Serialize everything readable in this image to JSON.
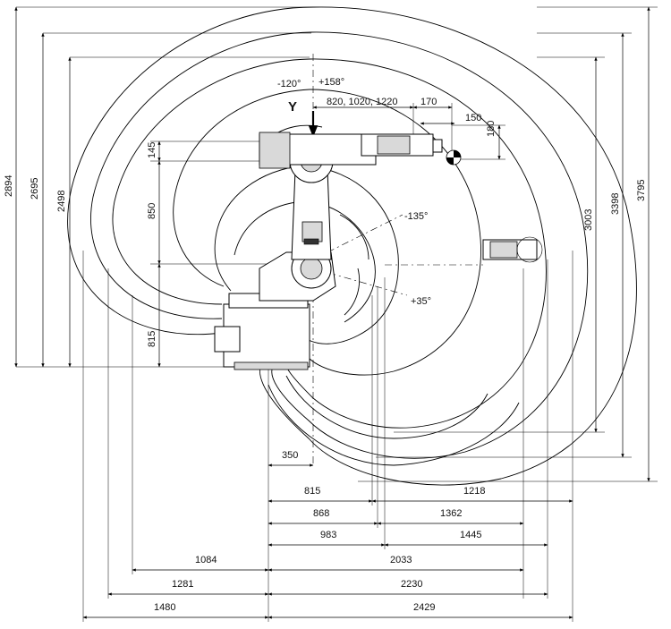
{
  "labels": {
    "axis_y": "Y",
    "angle_minus120": "-120°",
    "angle_plus158": "+158°",
    "angle_minus135": "-135°",
    "angle_plus35": "+35°",
    "dim_820_1020_1220": "820, 1020, 1220",
    "dim_170": "170",
    "dim_150": "150",
    "dim_180": "180",
    "dim_145": "145",
    "dim_850": "850",
    "dim_815_v": "815",
    "dim_2894": "2894",
    "dim_2695": "2695",
    "dim_2498": "2498",
    "dim_3003": "3003",
    "dim_3398": "3398",
    "dim_3795": "3795",
    "dim_350": "350",
    "dim_815": "815",
    "dim_1218": "1218",
    "dim_868": "868",
    "dim_1362": "1362",
    "dim_983": "983",
    "dim_1445": "1445",
    "dim_1084": "1084",
    "dim_2033": "2033",
    "dim_1281": "1281",
    "dim_2230": "2230",
    "dim_1480": "1480",
    "dim_2429": "2429"
  }
}
